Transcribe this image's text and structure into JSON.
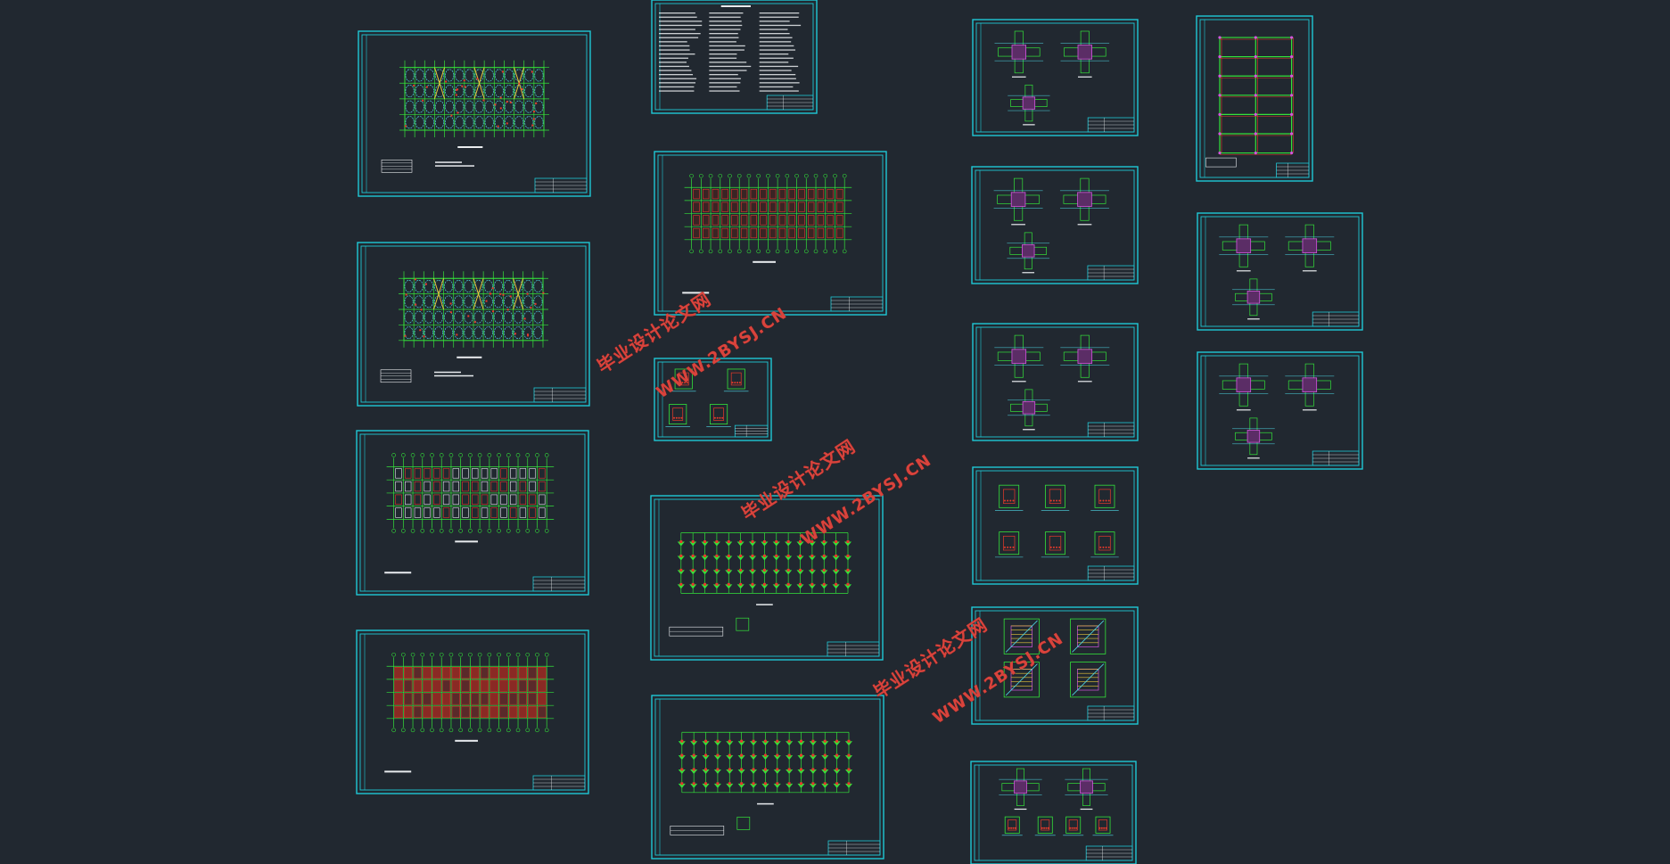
{
  "colors": {
    "background": "#212830",
    "frame": "#1fc9d6",
    "green": "#34e23a",
    "red": "#e63a2b",
    "cyan": "#4fd8e6",
    "magenta": "#d455e0",
    "yellow": "#e6c63a",
    "white": "#e9ecef",
    "watermark": "#d9433c"
  },
  "watermark": {
    "cn": "毕业设计论文网",
    "url": "WWW.2BYSJ.CN"
  },
  "sheets": [
    {
      "kind": "plan-lattice",
      "variant": "cyan-fill",
      "name": "floor-plan-sheet-1"
    },
    {
      "kind": "plan-lattice",
      "variant": "cyan-fill",
      "name": "floor-plan-sheet-2"
    },
    {
      "kind": "plan-grid",
      "variant": "white-red",
      "name": "slab-plan-sheet"
    },
    {
      "kind": "plan-grid",
      "variant": "red-fill",
      "name": "reinforcement-plan-sheet"
    },
    {
      "kind": "notes",
      "variant": "text",
      "name": "design-notes-sheet"
    },
    {
      "kind": "plan-grid",
      "variant": "red-green",
      "name": "foundation-plan-sheet"
    },
    {
      "kind": "details",
      "variant": "small",
      "name": "pile-detail-sheet"
    },
    {
      "kind": "plan-columns",
      "variant": "green",
      "name": "column-layout-sheet-1"
    },
    {
      "kind": "plan-columns",
      "variant": "green",
      "name": "column-layout-sheet-2"
    },
    {
      "kind": "details",
      "variant": "joint",
      "name": "joint-detail-sheet-1"
    },
    {
      "kind": "details",
      "variant": "joint",
      "name": "joint-detail-sheet-2"
    },
    {
      "kind": "details",
      "variant": "joint",
      "name": "joint-detail-sheet-3"
    },
    {
      "kind": "details",
      "variant": "six",
      "name": "section-detail-sheet"
    },
    {
      "kind": "details",
      "variant": "stair",
      "name": "stair-detail-sheet"
    },
    {
      "kind": "details",
      "variant": "beam",
      "name": "beam-detail-sheet"
    },
    {
      "kind": "frame",
      "variant": "elevation",
      "name": "frame-elevation-sheet"
    },
    {
      "kind": "details",
      "variant": "joint",
      "name": "joint-detail-sheet-4"
    },
    {
      "kind": "details",
      "variant": "joint",
      "name": "joint-detail-sheet-5"
    }
  ]
}
